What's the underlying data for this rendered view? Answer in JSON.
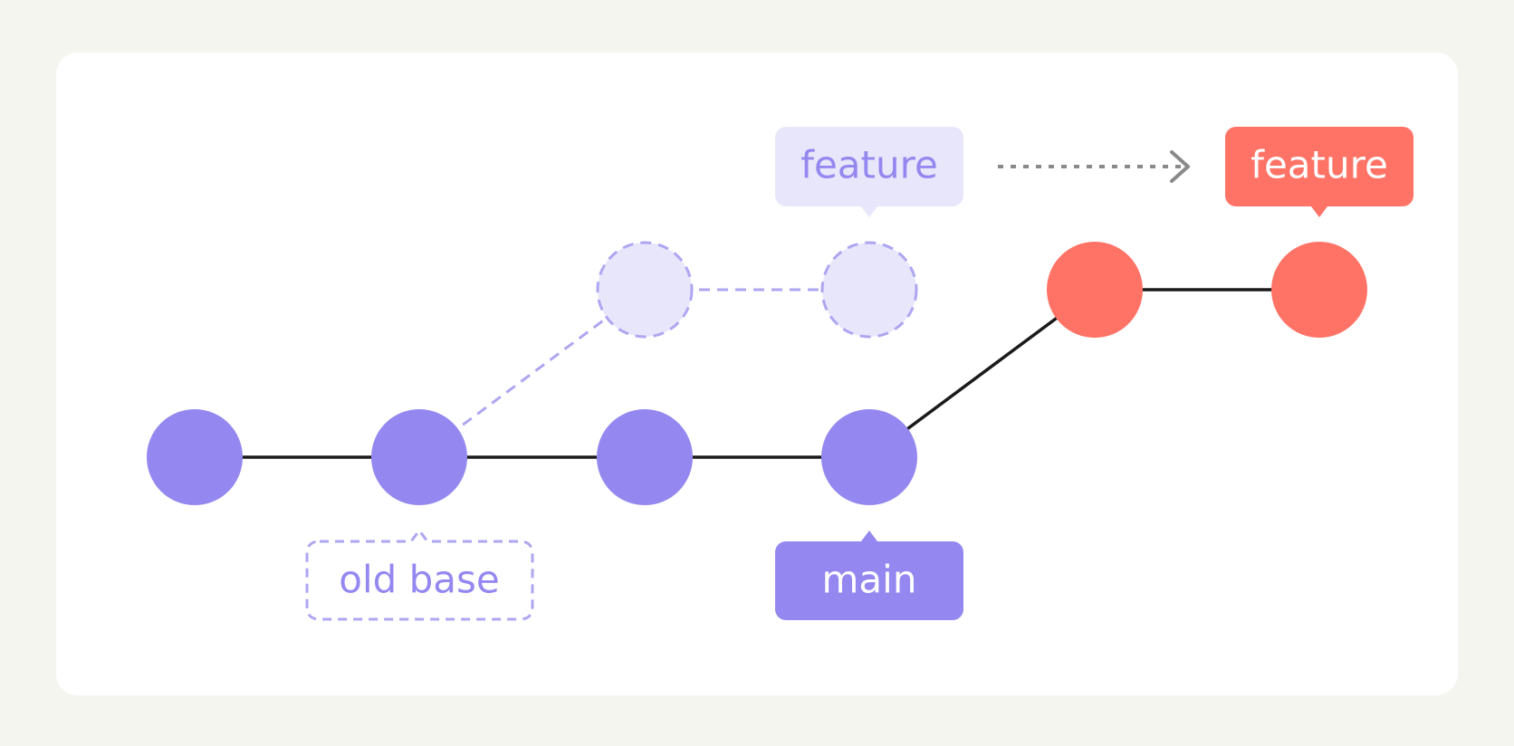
{
  "labels": {
    "old_feature": "feature",
    "new_feature": "feature",
    "old_base": "old base",
    "main": "main"
  },
  "colors": {
    "page_bg": "#f5f5f0",
    "card_bg": "#ffffff",
    "main_commit": "#9488f0",
    "ghost_commit_fill": "#e8e6fb",
    "ghost_commit_stroke": "#aea6f1",
    "feature_commit": "#ff7366",
    "edge": "#1a1a1a",
    "arrow": "#8a8a8a",
    "label_text_light": "#ffffff",
    "label_text_purple": "#9488f0"
  },
  "icons": {
    "move_arrow": "dotted-arrow-right-icon"
  }
}
